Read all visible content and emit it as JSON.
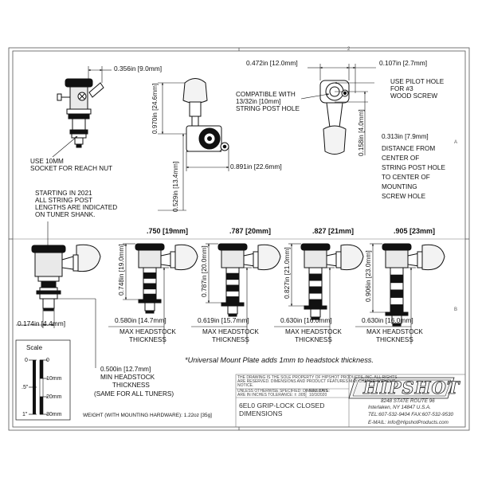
{
  "top_dims": {
    "reach_nut_width": "0.356in [9.0mm]",
    "height_total": "0.970in [24.6mm]",
    "height_post": "0.529in [13.4mm]",
    "base_width": "0.891in [22.6mm]",
    "plate_width": "0.472in [12.0mm]",
    "pilot_offset": "0.107in [2.7mm]",
    "post_to_screw": "0.158in [4.0mm]"
  },
  "notes": {
    "socket": [
      "USE 10MM",
      "SOCKET FOR REACH NUT"
    ],
    "compatible": [
      "COMPATIBLE WITH",
      "13/32in [10mm]",
      "STRING POST HOLE"
    ],
    "pilot": [
      "USE PILOT HOLE",
      "FOR #3",
      "WOOD SCREW"
    ],
    "distance": [
      "0.313in [7.9mm]",
      "DISTANCE FROM",
      "CENTER OF",
      "STRING POST HOLE",
      "TO CENTER OF",
      "MOUNTING",
      "SCREW HOLE"
    ],
    "starting": [
      "STARTING IN 2021",
      "ALL STRING POST",
      "LENGTHS ARE INDICATED",
      "ON TUNER SHANK."
    ],
    "post_dia": "0.174in [4.4mm]",
    "min_thickness": [
      "0.500in [12.7mm]",
      "MIN HEADSTOCK",
      "THICKNESS",
      "(SAME FOR ALL TUNERS)"
    ],
    "mount_plate": "*Universal Mount Plate adds 1mm to headstock thickness.",
    "weight": "WEIGHT (WITH MOUNTING HARDWARE): 1.22oz [35g]"
  },
  "variants": [
    {
      "label": ".750 [19mm]",
      "shank": "0.748in [19.0mm]",
      "max": "0.580in [14.7mm]"
    },
    {
      "label": ".787 [20mm]",
      "shank": "0.787in [20.0mm]",
      "max": "0.619in [15.7mm]"
    },
    {
      "label": ".827 [21mm]",
      "shank": "0.827in [21.0mm]",
      "max": "0.630in [16.0mm]"
    },
    {
      "label": ".905 [23mm]",
      "shank": "0.906in [23.0mm]",
      "max": "0.630in [16.0mm]"
    }
  ],
  "max_label": [
    "MAX HEADSTOCK",
    "THICKNESS"
  ],
  "scale": {
    "title": "Scale",
    "inch_marks": [
      "0",
      ".5\"",
      "1\""
    ],
    "mm_marks": [
      "0",
      "10mm",
      "20mm",
      "30mm"
    ]
  },
  "title_block": {
    "fine_print": [
      "THE DRAWING IS THE SOLE PROPERTY OF HIPSHOT PRODUCTS, INC. ALL RIGHTS",
      "ARE RESERVED. DIMENSIONS AND PRODUCT FEATURES MAY CHANGE WITHOUT",
      "NOTICE."
    ],
    "tolerance": [
      "UNLESS OTHERWISE SPECIFIED: DIMENSIONS",
      "ARE IN INCHES TOLERANCE: ± .005"
    ],
    "rev": [
      "REV DATE:",
      "10/3/2020"
    ],
    "title": [
      "6EL0 GRIP-LOCK CLOSED",
      "DIMENSIONS"
    ],
    "logo": "HIPSHOT",
    "address": [
      "8248 STATE ROUTE 96",
      "Interlaken, NY 14847 U.S.A.",
      "TEL:607-532-9404 FAX:607-532-9530",
      "E-MAIL: info@HipshotProducts.com"
    ]
  },
  "border": {
    "top_mark": "2",
    "row_marks": [
      "A",
      "B"
    ]
  }
}
